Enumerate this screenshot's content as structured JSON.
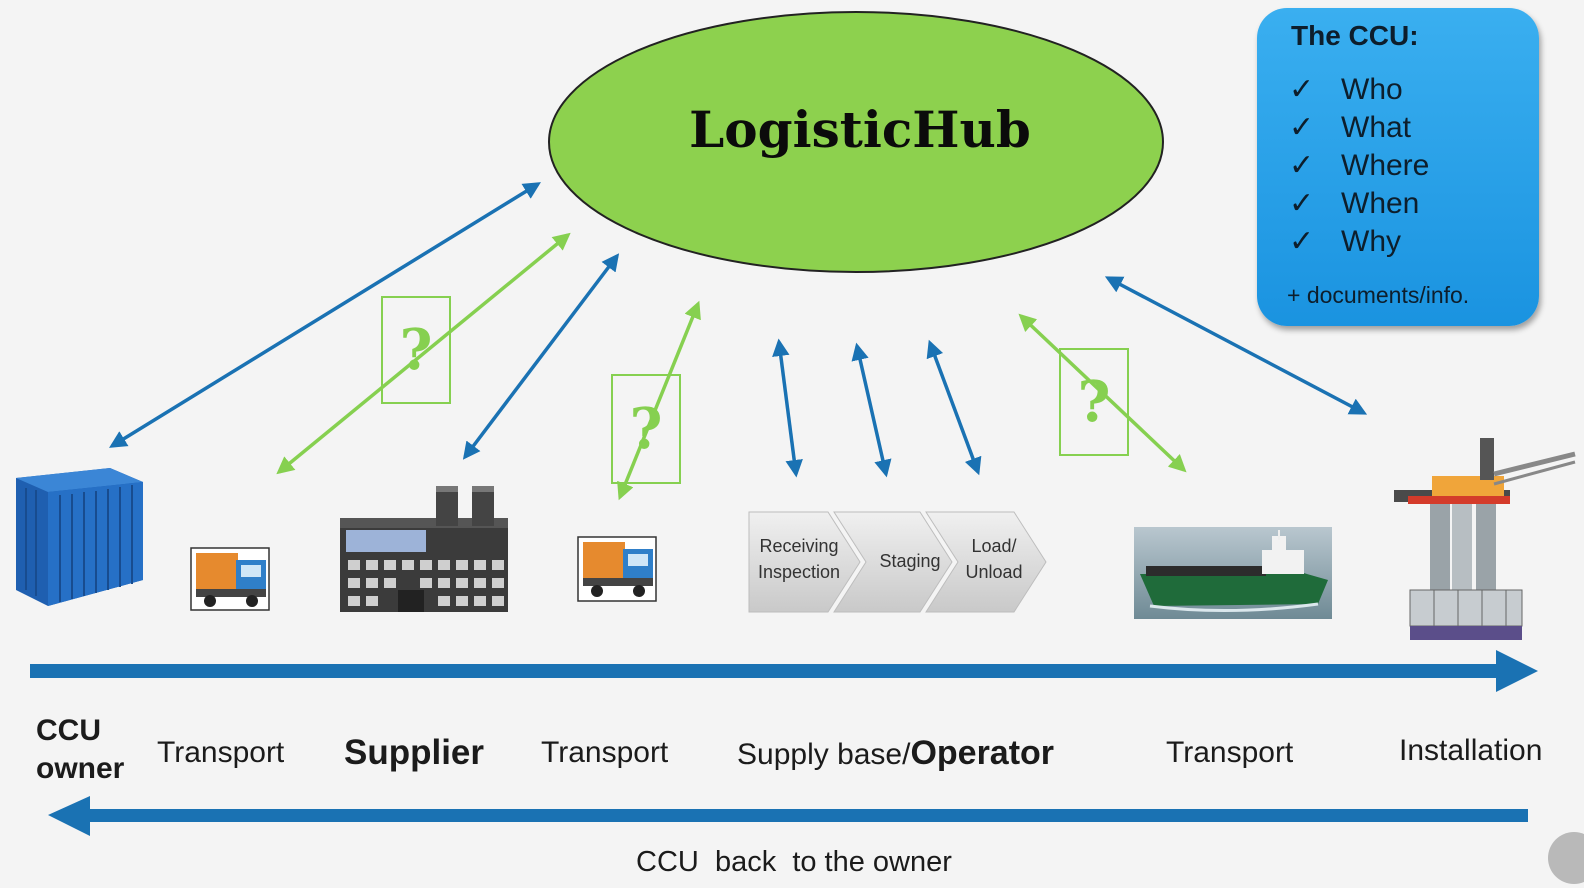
{
  "hub": {
    "title": "LogisticHub"
  },
  "ccu_box": {
    "title": "The CCU:",
    "check_glyph": "✓",
    "items": [
      "Who",
      "What",
      "Where",
      "When",
      "Why"
    ],
    "footer": "+ documents/info."
  },
  "question_mark": "?",
  "process_steps": [
    {
      "label": "Receiving\nInspection"
    },
    {
      "label": "Staging"
    },
    {
      "label": "Load/\nUnload"
    }
  ],
  "stages": {
    "ccu_owner": "CCU\nowner",
    "transport_1": "Transport",
    "supplier": "Supplier",
    "transport_2": "Transport",
    "supply_base_prefix": "Supply base/",
    "operator": "Operator",
    "transport_3": "Transport",
    "installation": "Installation"
  },
  "return_label": "CCU  back  to the owner",
  "icons": [
    "container-icon",
    "truck-icon",
    "factory-icon",
    "truck-icon",
    "supply-ship-icon",
    "oil-platform-icon"
  ],
  "colors": {
    "hub_green": "#8dd14e",
    "arrow_blue": "#1a72b3",
    "arrow_green": "#86d050",
    "ccu_box_blue": "#28a3ea"
  }
}
